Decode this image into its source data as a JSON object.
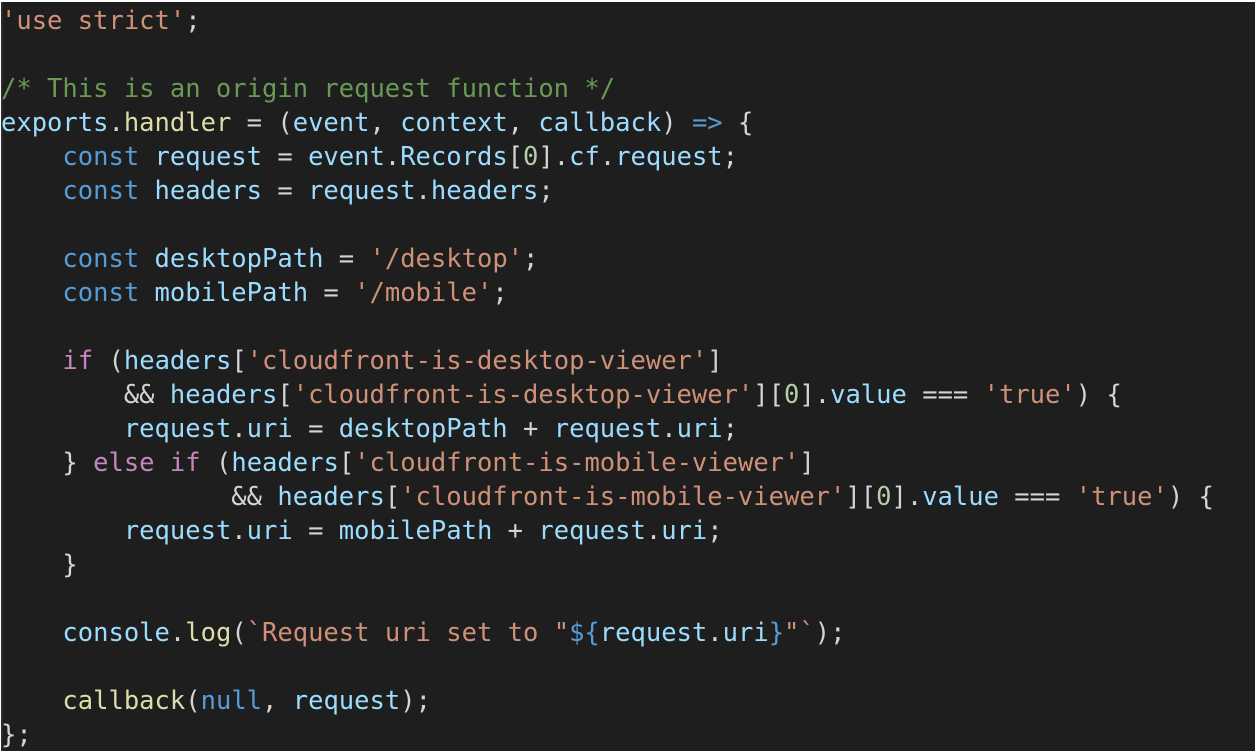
{
  "colors": {
    "background": "#1e1e1e",
    "text": "#d4d4d4",
    "keyword": "#569cd6",
    "control": "#c586c0",
    "string": "#ce9178",
    "comment": "#6a9955",
    "variable": "#9cdcfe",
    "function": "#dcdcaa",
    "number": "#b5cea8"
  },
  "code_lines": [
    [
      [
        "str",
        "'use strict'"
      ],
      [
        "txt",
        ";"
      ]
    ],
    [],
    [
      [
        "cmt",
        "/* This is an origin request function */"
      ]
    ],
    [
      [
        "var",
        "exports"
      ],
      [
        "txt",
        "."
      ],
      [
        "fn",
        "handler"
      ],
      [
        "txt",
        " = ("
      ],
      [
        "var",
        "event"
      ],
      [
        "txt",
        ", "
      ],
      [
        "var",
        "context"
      ],
      [
        "txt",
        ", "
      ],
      [
        "var",
        "callback"
      ],
      [
        "txt",
        ") "
      ],
      [
        "kw",
        "=>"
      ],
      [
        "txt",
        " {"
      ]
    ],
    [
      [
        "txt",
        "    "
      ],
      [
        "kw",
        "const"
      ],
      [
        "txt",
        " "
      ],
      [
        "var",
        "request"
      ],
      [
        "txt",
        " = "
      ],
      [
        "var",
        "event"
      ],
      [
        "txt",
        "."
      ],
      [
        "prop",
        "Records"
      ],
      [
        "txt",
        "["
      ],
      [
        "num",
        "0"
      ],
      [
        "txt",
        "]."
      ],
      [
        "prop",
        "cf"
      ],
      [
        "txt",
        "."
      ],
      [
        "prop",
        "request"
      ],
      [
        "txt",
        ";"
      ]
    ],
    [
      [
        "txt",
        "    "
      ],
      [
        "kw",
        "const"
      ],
      [
        "txt",
        " "
      ],
      [
        "var",
        "headers"
      ],
      [
        "txt",
        " = "
      ],
      [
        "var",
        "request"
      ],
      [
        "txt",
        "."
      ],
      [
        "prop",
        "headers"
      ],
      [
        "txt",
        ";"
      ]
    ],
    [],
    [
      [
        "txt",
        "    "
      ],
      [
        "kw",
        "const"
      ],
      [
        "txt",
        " "
      ],
      [
        "var",
        "desktopPath"
      ],
      [
        "txt",
        " = "
      ],
      [
        "str",
        "'/desktop'"
      ],
      [
        "txt",
        ";"
      ]
    ],
    [
      [
        "txt",
        "    "
      ],
      [
        "kw",
        "const"
      ],
      [
        "txt",
        " "
      ],
      [
        "var",
        "mobilePath"
      ],
      [
        "txt",
        " = "
      ],
      [
        "str",
        "'/mobile'"
      ],
      [
        "txt",
        ";"
      ]
    ],
    [],
    [
      [
        "txt",
        "    "
      ],
      [
        "ctl",
        "if"
      ],
      [
        "txt",
        " ("
      ],
      [
        "var",
        "headers"
      ],
      [
        "txt",
        "["
      ],
      [
        "str",
        "'cloudfront-is-desktop-viewer'"
      ],
      [
        "txt",
        "]"
      ]
    ],
    [
      [
        "txt",
        "        && "
      ],
      [
        "var",
        "headers"
      ],
      [
        "txt",
        "["
      ],
      [
        "str",
        "'cloudfront-is-desktop-viewer'"
      ],
      [
        "txt",
        "]["
      ],
      [
        "num",
        "0"
      ],
      [
        "txt",
        "]."
      ],
      [
        "prop",
        "value"
      ],
      [
        "txt",
        " === "
      ],
      [
        "str",
        "'true'"
      ],
      [
        "txt",
        ") {"
      ]
    ],
    [
      [
        "txt",
        "        "
      ],
      [
        "var",
        "request"
      ],
      [
        "txt",
        "."
      ],
      [
        "prop",
        "uri"
      ],
      [
        "txt",
        " = "
      ],
      [
        "var",
        "desktopPath"
      ],
      [
        "txt",
        " + "
      ],
      [
        "var",
        "request"
      ],
      [
        "txt",
        "."
      ],
      [
        "prop",
        "uri"
      ],
      [
        "txt",
        ";"
      ]
    ],
    [
      [
        "txt",
        "    } "
      ],
      [
        "ctl",
        "else"
      ],
      [
        "txt",
        " "
      ],
      [
        "ctl",
        "if"
      ],
      [
        "txt",
        " ("
      ],
      [
        "var",
        "headers"
      ],
      [
        "txt",
        "["
      ],
      [
        "str",
        "'cloudfront-is-mobile-viewer'"
      ],
      [
        "txt",
        "]"
      ]
    ],
    [
      [
        "txt",
        "               && "
      ],
      [
        "var",
        "headers"
      ],
      [
        "txt",
        "["
      ],
      [
        "str",
        "'cloudfront-is-mobile-viewer'"
      ],
      [
        "txt",
        "]["
      ],
      [
        "num",
        "0"
      ],
      [
        "txt",
        "]."
      ],
      [
        "prop",
        "value"
      ],
      [
        "txt",
        " === "
      ],
      [
        "str",
        "'true'"
      ],
      [
        "txt",
        ") {"
      ]
    ],
    [
      [
        "txt",
        "        "
      ],
      [
        "var",
        "request"
      ],
      [
        "txt",
        "."
      ],
      [
        "prop",
        "uri"
      ],
      [
        "txt",
        " = "
      ],
      [
        "var",
        "mobilePath"
      ],
      [
        "txt",
        " + "
      ],
      [
        "var",
        "request"
      ],
      [
        "txt",
        "."
      ],
      [
        "prop",
        "uri"
      ],
      [
        "txt",
        ";"
      ]
    ],
    [
      [
        "txt",
        "    }"
      ]
    ],
    [],
    [
      [
        "txt",
        "    "
      ],
      [
        "var",
        "console"
      ],
      [
        "txt",
        "."
      ],
      [
        "fn",
        "log"
      ],
      [
        "txt",
        "("
      ],
      [
        "str",
        "`Request uri set to \""
      ],
      [
        "kw",
        "${"
      ],
      [
        "var",
        "request"
      ],
      [
        "txt",
        "."
      ],
      [
        "prop",
        "uri"
      ],
      [
        "kw",
        "}"
      ],
      [
        "str",
        "\"`"
      ],
      [
        "txt",
        ");"
      ]
    ],
    [],
    [
      [
        "txt",
        "    "
      ],
      [
        "fn",
        "callback"
      ],
      [
        "txt",
        "("
      ],
      [
        "kw",
        "null"
      ],
      [
        "txt",
        ", "
      ],
      [
        "var",
        "request"
      ],
      [
        "txt",
        ");"
      ]
    ],
    [
      [
        "txt",
        "};"
      ]
    ]
  ]
}
